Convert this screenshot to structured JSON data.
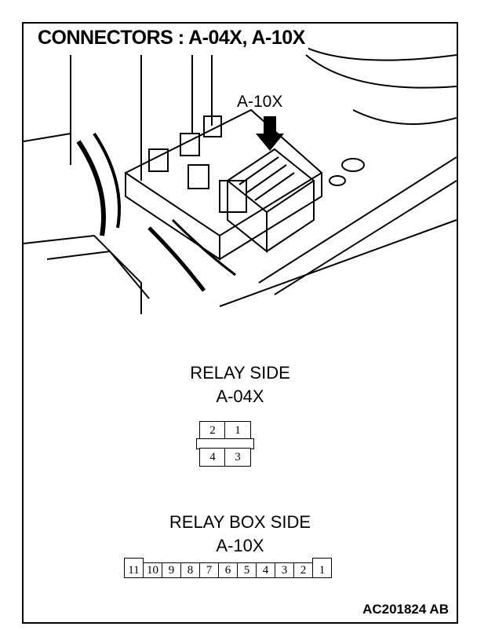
{
  "diagram": {
    "title": "CONNECTORS : A-04X, A-10X",
    "callout_label": "A-10X",
    "relay_side": {
      "heading": "RELAY SIDE",
      "connector": "A-04X",
      "pins_top": [
        "2",
        "1"
      ],
      "pins_bottom": [
        "4",
        "3"
      ]
    },
    "relay_box_side": {
      "heading": "RELAY BOX SIDE",
      "connector": "A-10X",
      "pins": [
        "11",
        "10",
        "9",
        "8",
        "7",
        "6",
        "5",
        "4",
        "3",
        "2",
        "1"
      ]
    },
    "figure_code": "AC201824 AB"
  }
}
